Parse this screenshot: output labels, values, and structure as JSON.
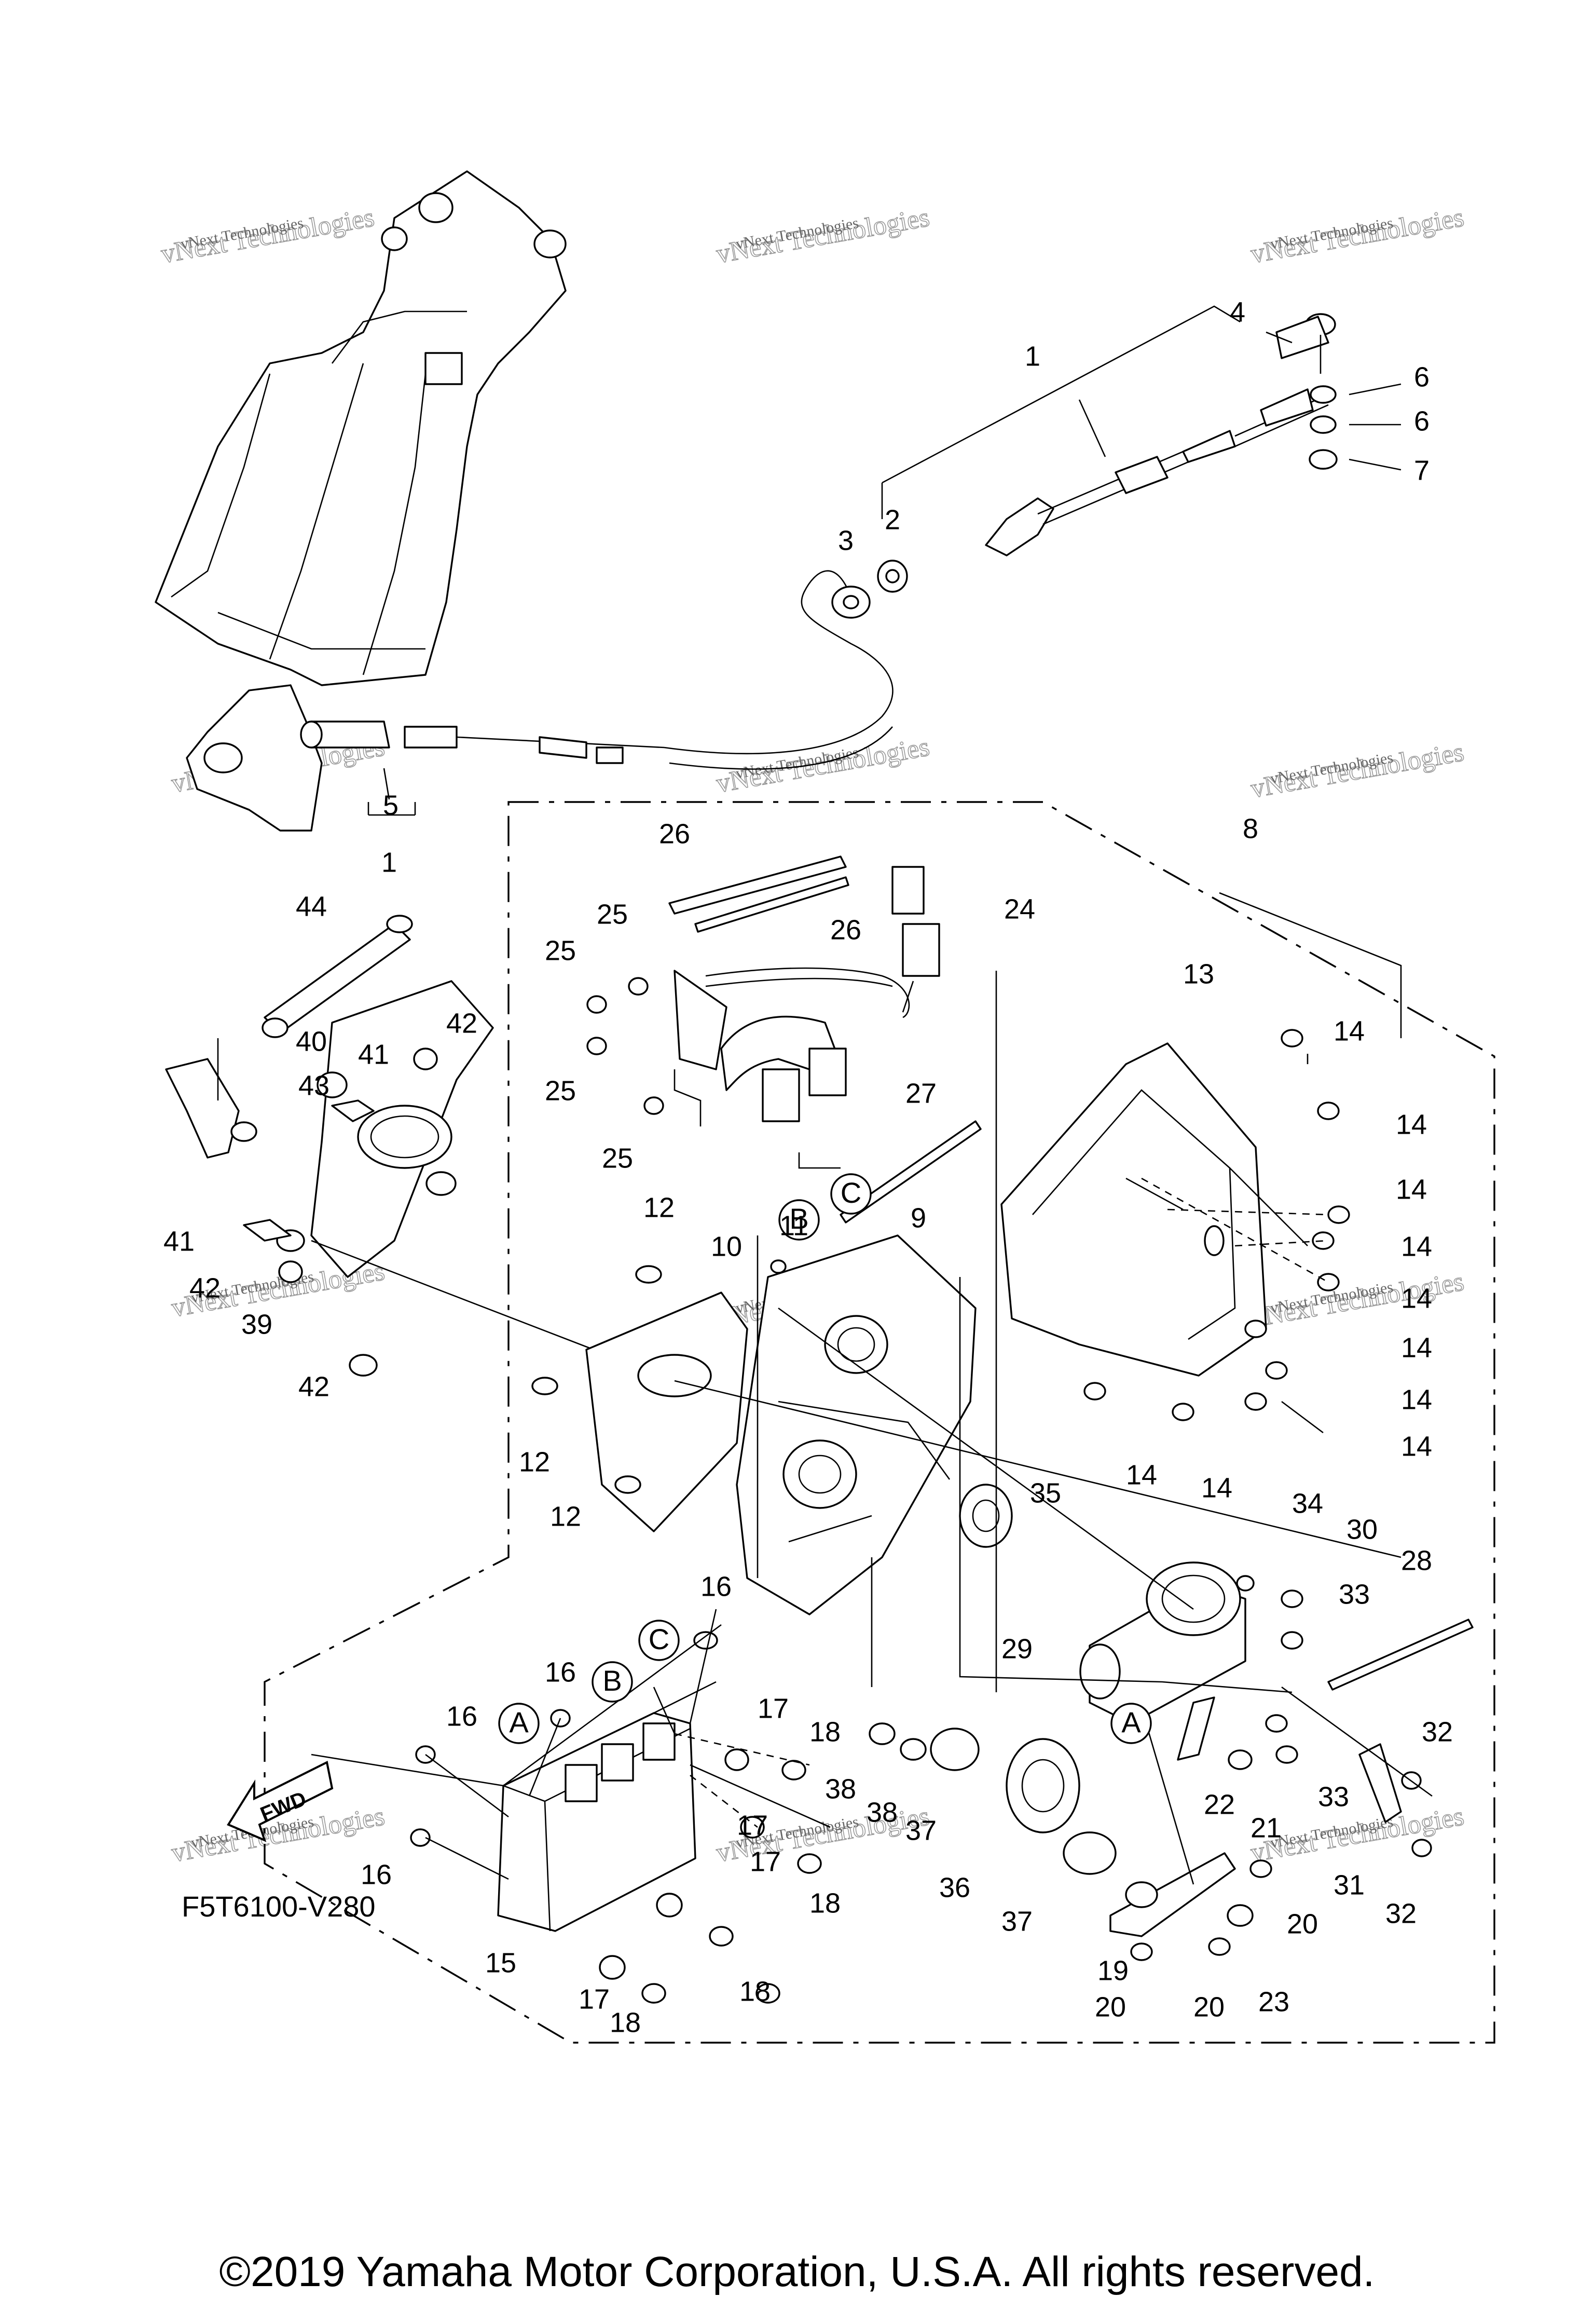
{
  "diagram_code": "F5T6100-V280",
  "copyright": "©2019 Yamaha Motor Corporation, U.S.A. All rights reserved.",
  "fwd_label": "FWD",
  "watermark": {
    "line1": "vNext Technologies",
    "line2": "vNext Technologies"
  },
  "callouts": [
    {
      "id": "A"
    },
    {
      "id": "B"
    },
    {
      "id": "C"
    }
  ],
  "part_labels": [
    "1",
    "1",
    "2",
    "3",
    "4",
    "5",
    "6",
    "6",
    "7",
    "8",
    "9",
    "10",
    "11",
    "12",
    "12",
    "12",
    "13",
    "14",
    "14",
    "14",
    "14",
    "14",
    "14",
    "14",
    "14",
    "14",
    "14",
    "15",
    "16",
    "16",
    "16",
    "16",
    "17",
    "17",
    "17",
    "17",
    "18",
    "18",
    "18",
    "18",
    "19",
    "20",
    "20",
    "20",
    "21",
    "22",
    "23",
    "24",
    "25",
    "25",
    "25",
    "25",
    "26",
    "26",
    "27",
    "28",
    "29",
    "30",
    "31",
    "32",
    "32",
    "33",
    "33",
    "34",
    "35",
    "36",
    "37",
    "37",
    "38",
    "38",
    "39",
    "40",
    "41",
    "41",
    "42",
    "42",
    "42",
    "43",
    "44"
  ]
}
